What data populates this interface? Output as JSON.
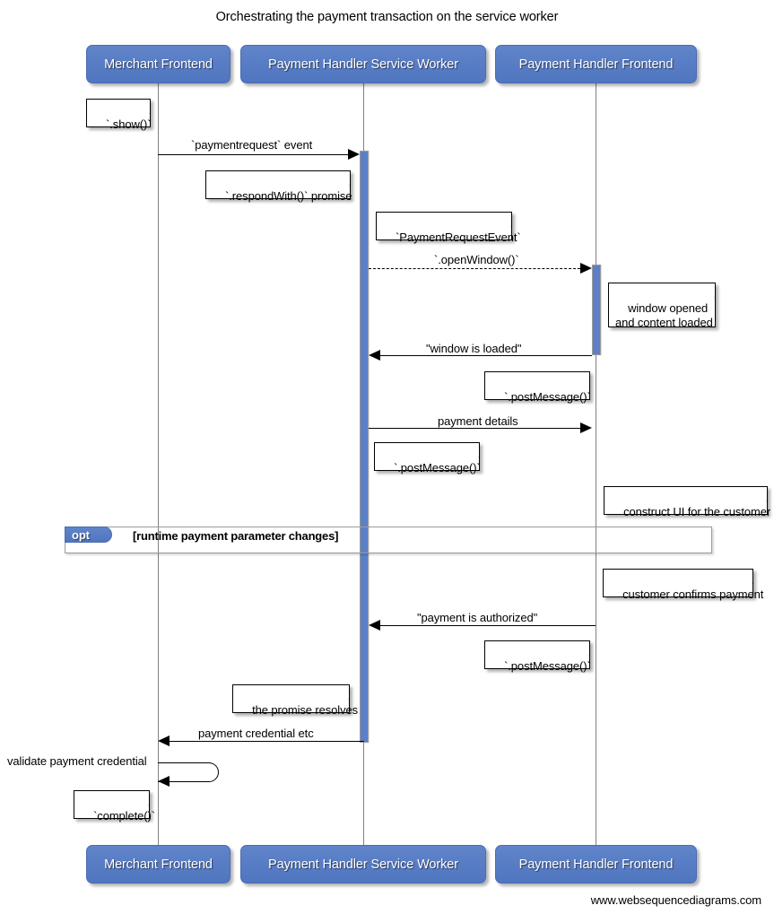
{
  "diagram": {
    "title": "Orchestrating the payment transaction on the service worker",
    "credit": "www.websequencediagrams.com",
    "colors": {
      "actor_fill": "#5b7fc7",
      "activation_fill": "#5b80c8",
      "lifeline": "#808080",
      "fragment_border": "#9a9a9a",
      "note_fill": "#ffffff",
      "text": "#000000"
    },
    "type": "sequence-diagram"
  },
  "participants": [
    {
      "id": "merchant",
      "label": "Merchant Frontend"
    },
    {
      "id": "sw",
      "label": "Payment Handler Service Worker"
    },
    {
      "id": "frontend",
      "label": "Payment Handler Frontend"
    }
  ],
  "messages": [
    {
      "id": "m1",
      "label": "`paymentrequest` event",
      "from": "merchant",
      "to": "sw",
      "style": "solid",
      "direction": "right"
    },
    {
      "id": "m2",
      "label": "`.openWindow()`",
      "from": "sw",
      "to": "frontend",
      "style": "dashed",
      "direction": "right"
    },
    {
      "id": "m3",
      "label": "\"window is loaded\"",
      "from": "frontend",
      "to": "sw",
      "style": "solid",
      "direction": "left"
    },
    {
      "id": "m4",
      "label": "payment details",
      "from": "sw",
      "to": "frontend",
      "style": "solid",
      "direction": "right"
    },
    {
      "id": "m5",
      "label": "\"payment is authorized\"",
      "from": "frontend",
      "to": "sw",
      "style": "solid",
      "direction": "left"
    },
    {
      "id": "m6",
      "label": "payment credential etc",
      "from": "sw",
      "to": "merchant",
      "style": "solid",
      "direction": "left"
    },
    {
      "id": "m7",
      "label": "validate payment credential",
      "from": "merchant",
      "to": "merchant",
      "style": "self",
      "direction": "left"
    }
  ],
  "notes": [
    {
      "id": "n1",
      "text": "`.show()`"
    },
    {
      "id": "n2",
      "text": "`.respondWith()` promise"
    },
    {
      "id": "n3",
      "text": "`PaymentRequestEvent`"
    },
    {
      "id": "n4",
      "text": "window opened\nand content loaded"
    },
    {
      "id": "n5",
      "text": "`.postMessage()`"
    },
    {
      "id": "n6",
      "text": "`.postMessage()`"
    },
    {
      "id": "n7",
      "text": "construct UI for the customer"
    },
    {
      "id": "n8",
      "text": "customer confirms payment"
    },
    {
      "id": "n9",
      "text": "`.postMessage()`"
    },
    {
      "id": "n10",
      "text": "the promise resolves"
    },
    {
      "id": "n11",
      "text": "`complete()`"
    }
  ],
  "fragments": [
    {
      "id": "f1",
      "operator": "opt",
      "guard": "[runtime payment parameter changes]"
    }
  ]
}
